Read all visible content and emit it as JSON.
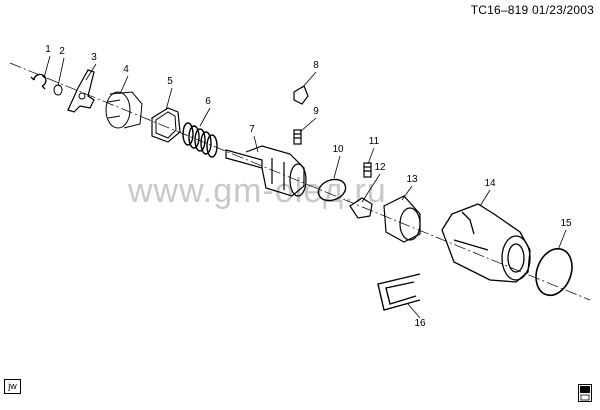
{
  "header": {
    "doc_id": "TC16–819  01/23/2003"
  },
  "watermark": {
    "text": "www.gm-oleд.ru"
  },
  "callouts": [
    "1",
    "2",
    "3",
    "4",
    "5",
    "6",
    "7",
    "8",
    "9",
    "10",
    "11",
    "12",
    "13",
    "14",
    "15",
    "16"
  ],
  "footer": {
    "author_initials": "jw",
    "logo_icon": "gm-logo-icon"
  },
  "colors": {
    "line": "#000000",
    "background": "#ffffff",
    "watermark": "#c8c8c8"
  }
}
